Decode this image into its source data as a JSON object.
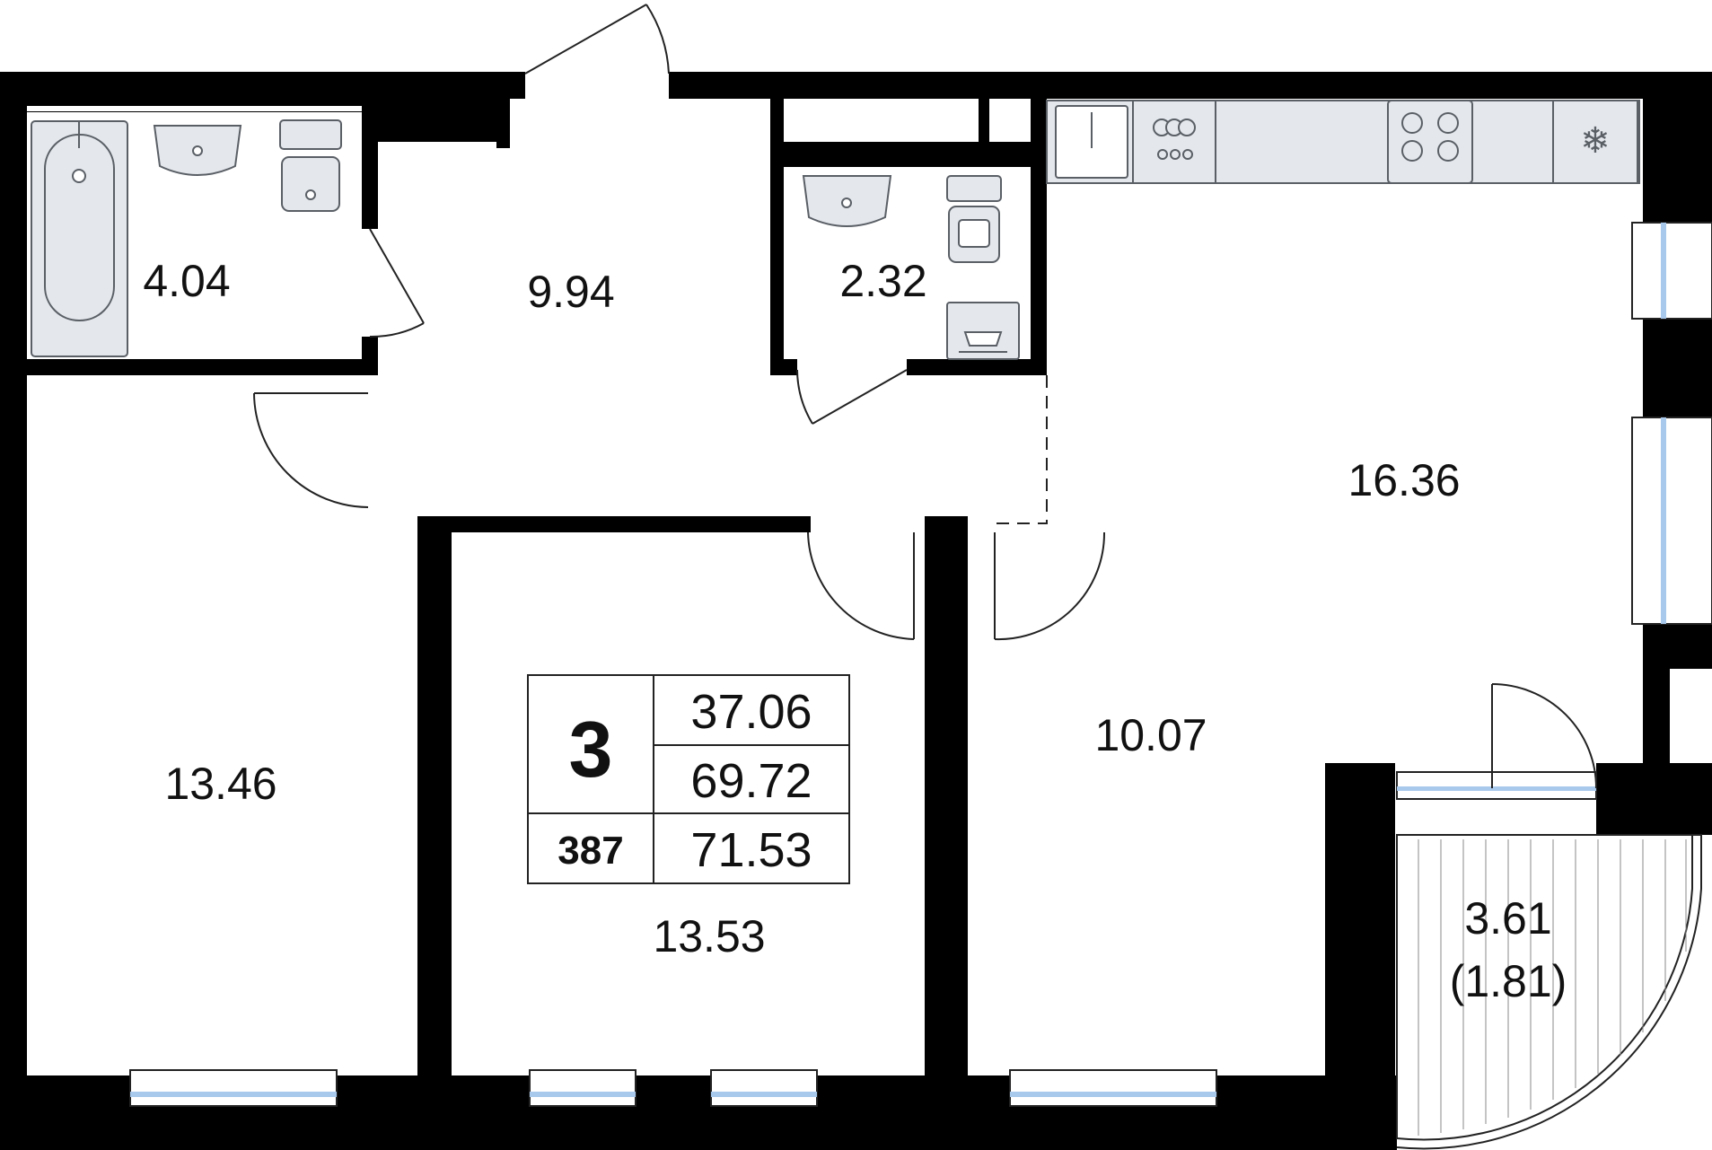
{
  "rooms": {
    "bathroom_area": "4.04",
    "hall_area": "9.94",
    "wc_area": "2.32",
    "kitchen_living_area": "16.36",
    "bedroom_left_area": "13.46",
    "bedroom_center_area": "13.53",
    "bedroom_right_area": "10.07",
    "balcony_area": "3.61",
    "balcony_reduced_area": "(1.81)"
  },
  "info_box": {
    "room_count": "3",
    "apartment_number": "387",
    "living_area": "37.06",
    "total_area": "69.72",
    "total_with_balcony": "71.53"
  },
  "colors": {
    "wall": "#000000",
    "fixture_fill": "#e4e8ed",
    "fixture_stroke": "#5a5f66",
    "window_glass": "#a9c9ec"
  },
  "icons": [
    "bathtub-icon",
    "sink-icon",
    "toilet-icon",
    "washing-machine-icon",
    "stove-icon",
    "dishwasher-icon",
    "fridge-icon",
    "door-icon",
    "window-icon"
  ]
}
